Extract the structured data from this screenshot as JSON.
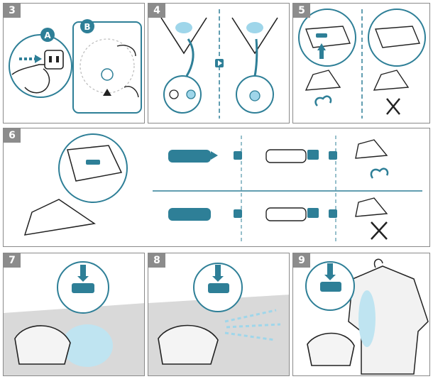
{
  "steps": {
    "s3": {
      "number": "3",
      "callout_a": "A",
      "callout_b": "B"
    },
    "s4": {
      "number": "4"
    },
    "s5": {
      "number": "5"
    },
    "s6": {
      "number": "6"
    },
    "s7": {
      "number": "7"
    },
    "s8": {
      "number": "8"
    },
    "s9": {
      "number": "9"
    }
  },
  "colors": {
    "accent": "#2e7f97",
    "steam": "#9fd6ea",
    "line": "#222222",
    "frame": "#8a8a8a",
    "badge": "#8c8c8c"
  }
}
